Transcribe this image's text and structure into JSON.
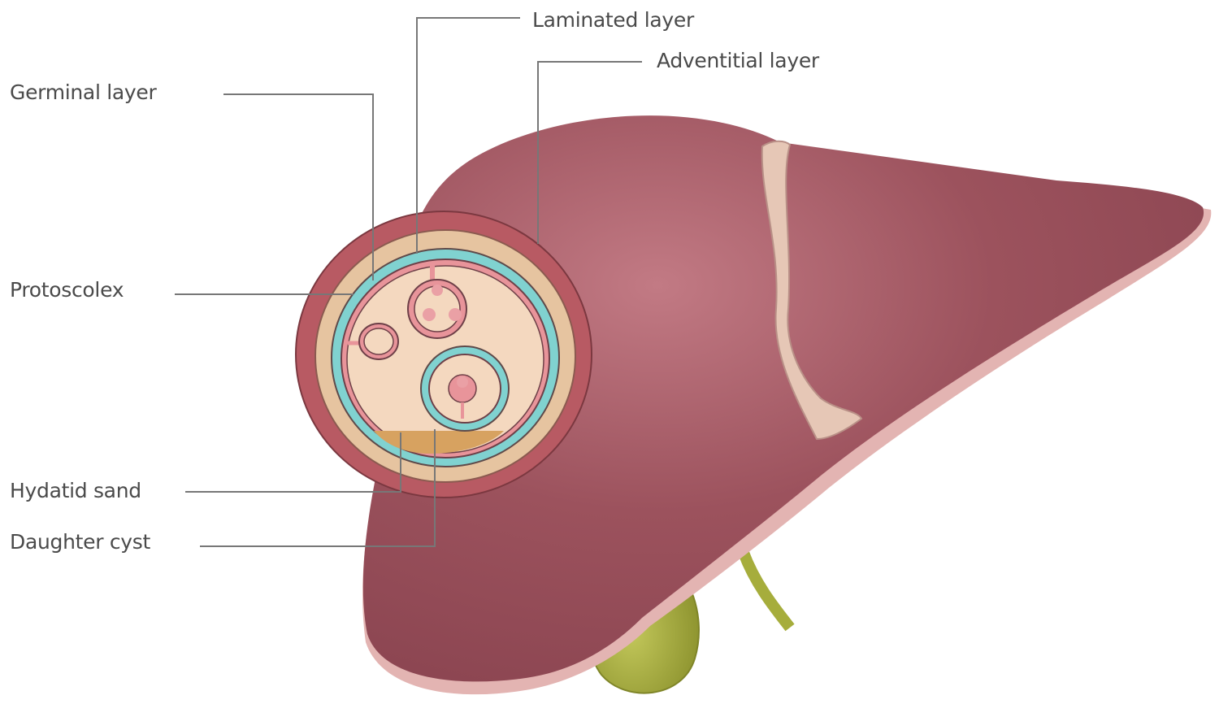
{
  "labels": {
    "laminated": "Laminated layer",
    "adventitial": "Adventitial layer",
    "germinal": "Germinal layer",
    "protoscolex": "Protoscolex",
    "hydatid_sand": "Hydatid sand",
    "daughter_cyst": "Daughter cyst"
  },
  "colors": {
    "liver": "#9a4f5a",
    "liver_edge": "#e0b0b0",
    "ligament": "#e8c9b8",
    "gallbladder": "#a6ad3c",
    "cyst_outer": "#b85a63",
    "cyst_adventitia": "#e6c4a0",
    "laminated": "#80d2d0",
    "germinal": "#e8949a",
    "cyst_fluid": "#f4d8bf",
    "sand": "#d7a260",
    "leader": "#777777"
  }
}
